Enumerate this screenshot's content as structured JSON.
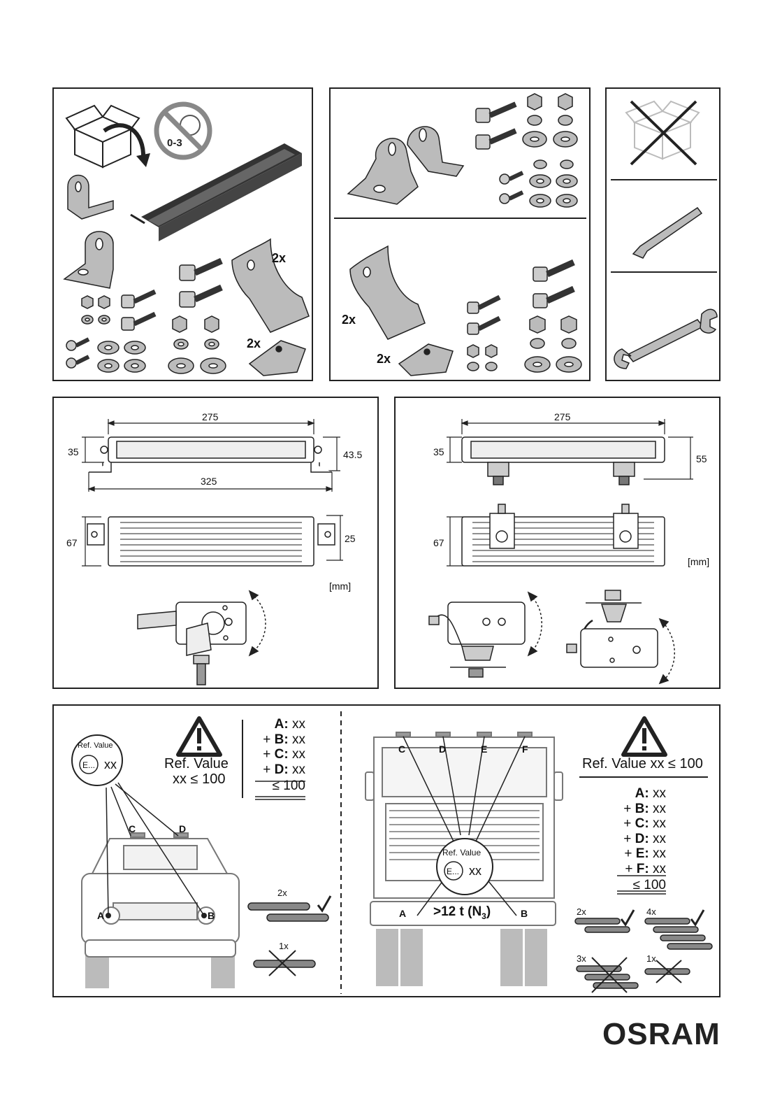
{
  "kit": {
    "age_label": "0-3",
    "qty_2x": "2x"
  },
  "dims": {
    "unit": "[mm]",
    "fixed": {
      "length": "275",
      "height": "35",
      "total_height": "43.5",
      "overall_length": "325",
      "depth": "67",
      "bracket_width": "25"
    },
    "hanging": {
      "length": "275",
      "height": "35",
      "total_height": "55",
      "depth": "67"
    }
  },
  "ece_car": {
    "ref_label": "Ref. Value",
    "e_mark": "E...",
    "xx": "xx",
    "rule_line1": "Ref. Value",
    "rule_line2": "xx ≤ 100",
    "sum_lines": [
      {
        "prefix": "",
        "key": "A:",
        "val": "xx"
      },
      {
        "prefix": "+ ",
        "key": "B:",
        "val": "xx"
      },
      {
        "prefix": "+ ",
        "key": "C:",
        "val": "xx"
      },
      {
        "prefix": "+ ",
        "key": "D:",
        "val": "xx"
      }
    ],
    "total": "≤ 100",
    "points": {
      "a": "A",
      "b": "B",
      "c": "C",
      "d": "D"
    },
    "allowed_qty": "2x",
    "forbidden_qty": "1x"
  },
  "ece_truck": {
    "ref_label": "Ref. Value",
    "e_mark": "E...",
    "xx": "xx",
    "rule": "Ref. Value xx ≤ 100",
    "sum_lines": [
      {
        "prefix": "",
        "key": "A:",
        "val": "xx"
      },
      {
        "prefix": "+ ",
        "key": "B:",
        "val": "xx"
      },
      {
        "prefix": "+ ",
        "key": "C:",
        "val": "xx"
      },
      {
        "prefix": "+ ",
        "key": "D:",
        "val": "xx"
      },
      {
        "prefix": "+ ",
        "key": "E:",
        "val": "xx"
      },
      {
        "prefix": "+ ",
        "key": "F:",
        "val": "xx"
      }
    ],
    "total": "≤ 100",
    "points": {
      "a": "A",
      "b": "B",
      "c": "C",
      "d": "D",
      "e": "E",
      "f": "F"
    },
    "weight_class": ">12 t (N",
    "weight_sub": "3",
    "weight_close": ")",
    "allowed_qty_1": "2x",
    "allowed_qty_2": "4x",
    "forbidden_qty_1": "3x",
    "forbidden_qty_2": "1x"
  },
  "brand": {
    "logo": "OSRAM"
  }
}
